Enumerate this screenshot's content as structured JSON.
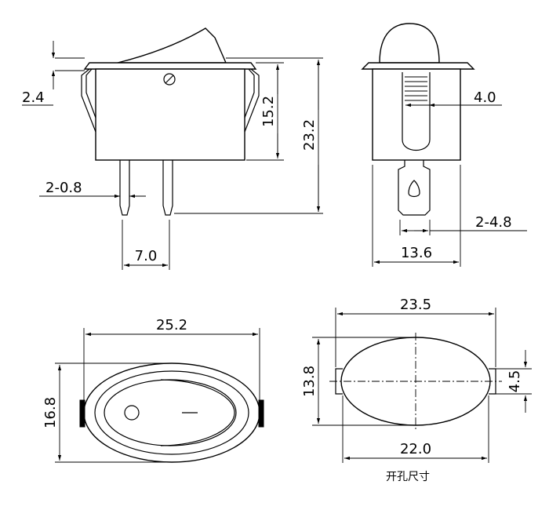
{
  "dimensions": {
    "top_gap": "2.4",
    "body_height": "15.2",
    "total_height": "23.2",
    "pin_thickness": "2-0.8",
    "pin_pitch": "7.0",
    "slot_width": "4.0",
    "tab_width": "2-4.8",
    "side_width": "13.6",
    "bezel_width": "25.2",
    "bezel_height": "16.8",
    "cutout_outer_width": "23.5",
    "cutout_height": "13.8",
    "notch_width": "4.5",
    "cutout_inner_width": "22.0"
  },
  "labels": {
    "cutout_caption": "开孔尺寸"
  },
  "colors": {
    "line": "#000000",
    "background": "#ffffff"
  }
}
